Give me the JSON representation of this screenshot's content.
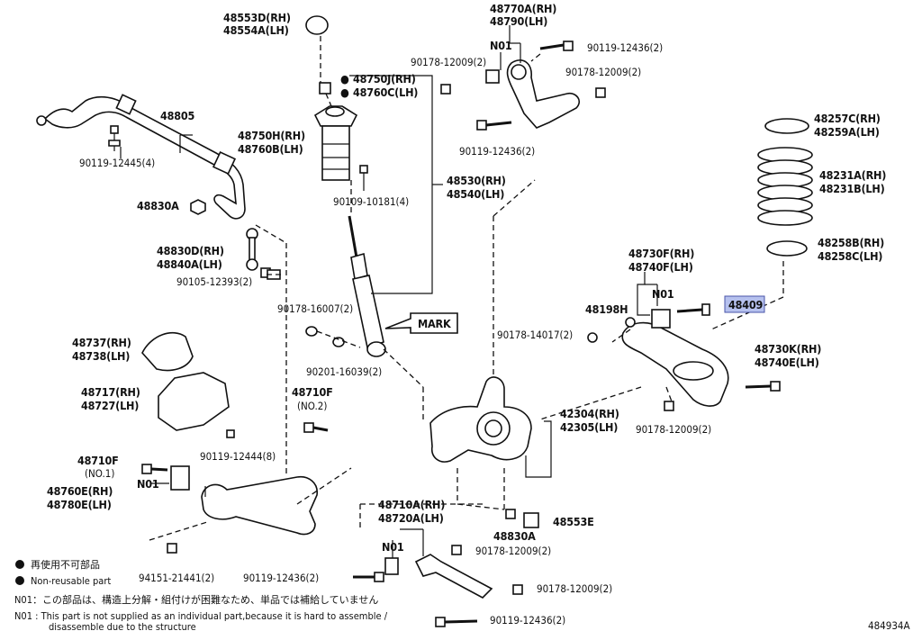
{
  "diagram_id": "484934A",
  "labels": {
    "p48553": [
      "48553D(RH)",
      "48554A(LH)"
    ],
    "p48770": [
      "48770A(RH)",
      "48790(LH)"
    ],
    "n01_top": "N01",
    "b90119_top": "90119-12436(2)",
    "n90178_a": "90178-12009(2)",
    "n90178_b": "90178-12009(2)",
    "p48750j": [
      "48750J(RH)",
      "48760C(LH)"
    ],
    "p48805": "48805",
    "b90119_12445": "90119-12445(4)",
    "p48750h": [
      "48750H(RH)",
      "48760B(LH)"
    ],
    "b90109": "90109-10181(4)",
    "b90119_mid": "90119-12436(2)",
    "p48257": [
      "48257C(RH)",
      "48259A(LH)"
    ],
    "p48231": [
      "48231A(RH)",
      "48231B(LH)"
    ],
    "p48530": [
      "48530(RH)",
      "48540(LH)"
    ],
    "p48830a_l": "48830A",
    "p48258": [
      "48258B(RH)",
      "48258C(LH)"
    ],
    "p48830d": [
      "48830D(RH)",
      "48840A(LH)"
    ],
    "p48730f": [
      "48730F(RH)",
      "48740F(LH)"
    ],
    "b90105": "90105-12393(2)",
    "n01_mid": "N01",
    "p48409": "48409",
    "p48198h": "48198H",
    "n90178_16007": "90178-16007(2)",
    "mark": "MARK",
    "n90178_14017": "90178-14017(2)",
    "p48737": [
      "48737(RH)",
      "48738(LH)"
    ],
    "p48730k": [
      "48730K(RH)",
      "48740E(LH)"
    ],
    "w90201": "90201-16039(2)",
    "p48717": [
      "48717(RH)",
      "48727(LH)"
    ],
    "p48710f_a": [
      "48710F",
      "(NO.2)"
    ],
    "p42304": [
      "42304(RH)",
      "42305(LH)"
    ],
    "n90178_c": "90178-12009(2)",
    "b90119_12444": "90119-12444(8)",
    "p48710f_b": [
      "48710F",
      "(NO.1)"
    ],
    "n01_left": "N01",
    "p48760e": [
      "48760E(RH)",
      "48780E(LH)"
    ],
    "p48710a": [
      "48710A(RH)",
      "48720A(LH)"
    ],
    "p48553e": "48553E",
    "p48830a_b": "48830A",
    "n01_bottom": "N01",
    "n90178_d": "90178-12009(2)",
    "n94151": "94151-21441(2)",
    "b90119_low": "90119-12436(2)",
    "n90178_e": "90178-12009(2)",
    "b90119_bottom": "90119-12436(2)"
  },
  "legend": {
    "reuse_jp": "再使用不可部品",
    "non_reusable": "Non-reusable part",
    "note_jp": "N01：この部品は、構造上分解・組付けが困難なため、単品では補給していません",
    "note_en_1": "N01 : This part is not supplied as an individual part,because it is hard to assemble /",
    "note_en_2": "disassemble due to the structure"
  },
  "colors": {
    "highlight": "#b6c1ee",
    "line": "#111111"
  },
  "icons": [
    "non-reusable-dot-icon"
  ]
}
